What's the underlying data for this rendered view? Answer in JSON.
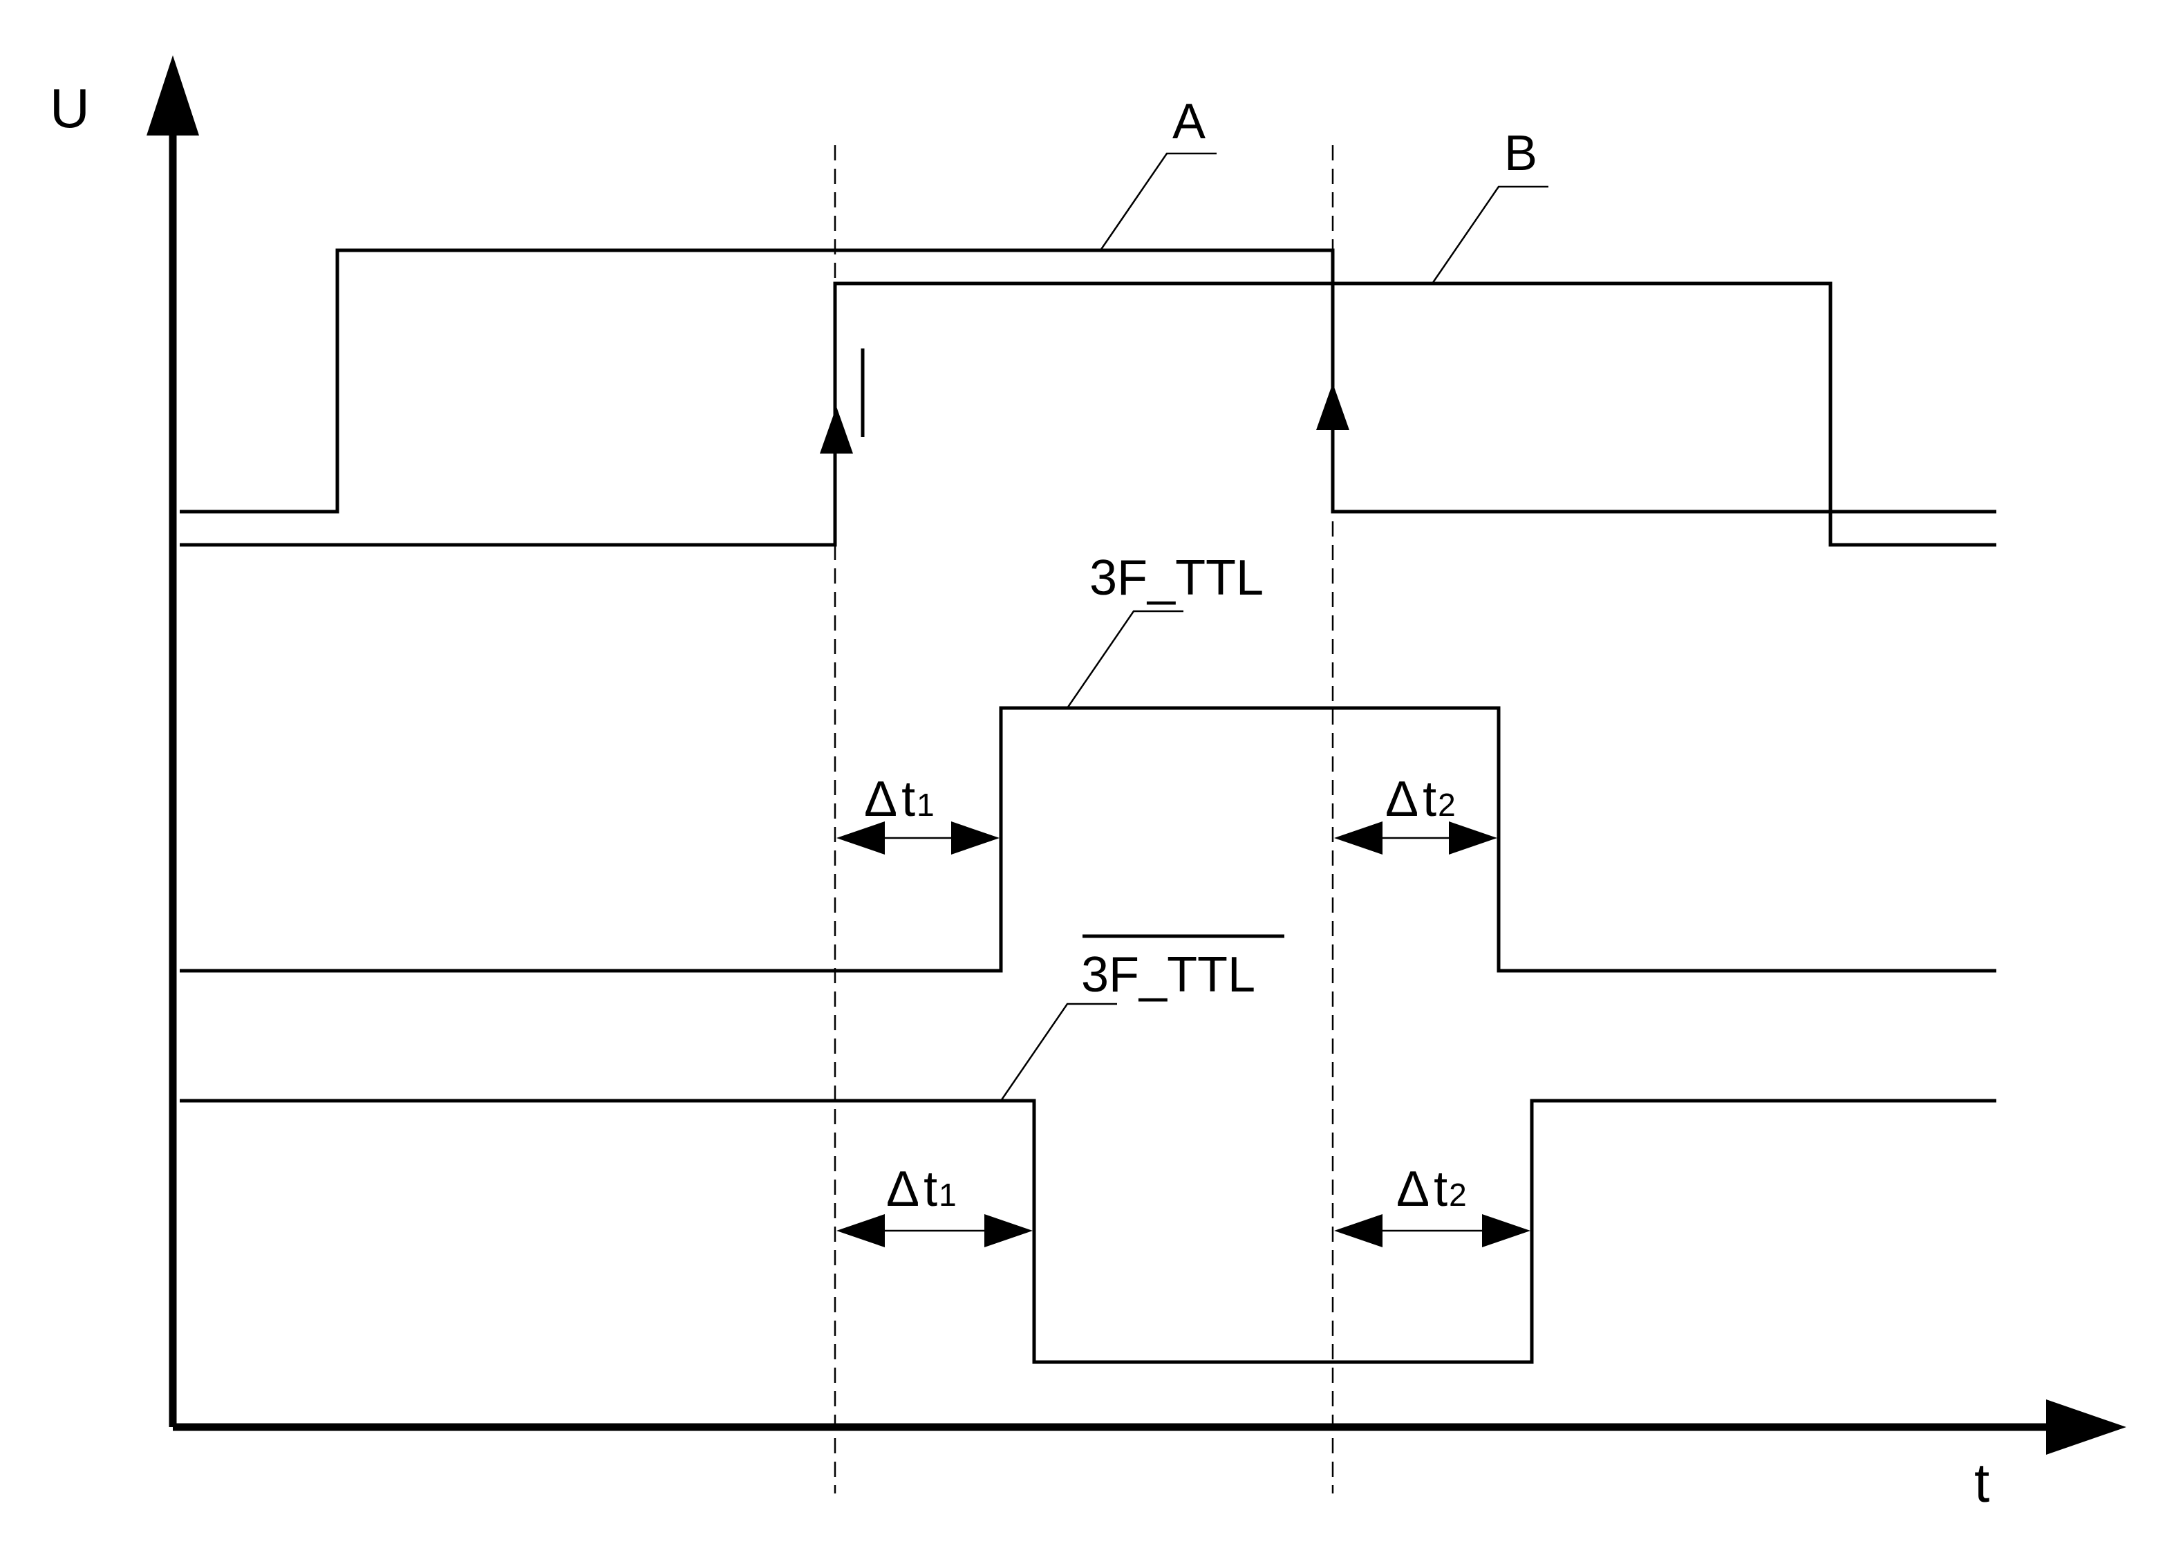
{
  "axes": {
    "y_label": "U",
    "x_label": "t"
  },
  "signals": {
    "a": {
      "label": "A"
    },
    "b": {
      "label": "B"
    },
    "ttl": {
      "label": "3F_TTL"
    },
    "ttl_inv": {
      "label": "3F_TTL",
      "overline": true
    }
  },
  "delays": {
    "d1": {
      "symbol": "Δ",
      "var": "t",
      "sub": "1"
    },
    "d2": {
      "symbol": "Δ",
      "var": "t",
      "sub": "2"
    }
  }
}
